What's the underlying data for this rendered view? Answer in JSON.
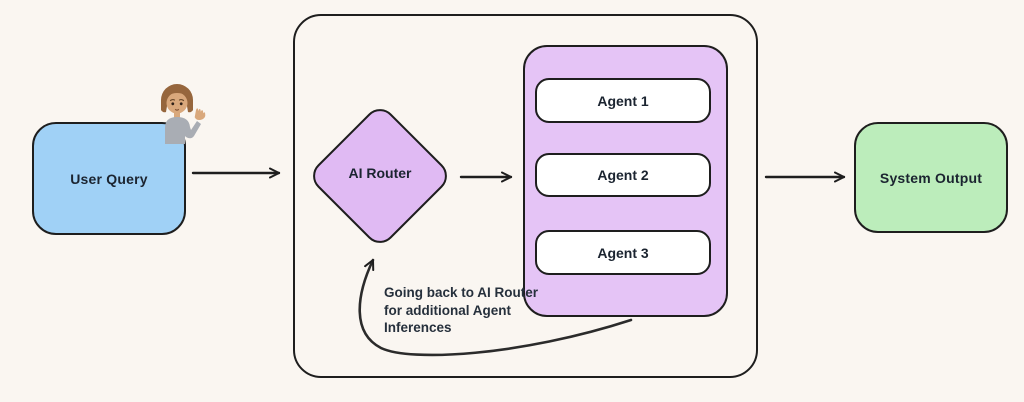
{
  "canvas": {
    "background_color": "#faf6f1",
    "stroke_color": "#1e1e1e"
  },
  "nodes": {
    "user_query": {
      "label": "User Query",
      "fill": "#a0d1f6",
      "shape": "rounded-rectangle"
    },
    "ai_router": {
      "label": "AI Router",
      "fill": "#e0baf3",
      "shape": "diamond"
    },
    "agents_container": {
      "fill": "#e5c4f6",
      "shape": "rounded-rectangle"
    },
    "agents": [
      {
        "label": "Agent 1",
        "fill": "#ffffff"
      },
      {
        "label": "Agent 2",
        "fill": "#ffffff"
      },
      {
        "label": "Agent 3",
        "fill": "#ffffff"
      }
    ],
    "system_output": {
      "label": "System Output",
      "fill": "#bcedbb",
      "shape": "rounded-rectangle"
    }
  },
  "annotations": {
    "feedback_loop": {
      "lines": [
        "Going back to AI Router",
        "for additional Agent",
        "Inferences"
      ]
    }
  },
  "icons": {
    "person": "person-tipping-hand-emoji"
  },
  "edges": [
    {
      "from": "user_query",
      "to": "router-container",
      "type": "straight-arrow"
    },
    {
      "from": "ai_router",
      "to": "agents_container",
      "type": "straight-arrow"
    },
    {
      "from": "router-container",
      "to": "system_output",
      "type": "straight-arrow"
    },
    {
      "from": "agents_container",
      "to": "ai_router",
      "type": "curved-arrow"
    }
  ]
}
